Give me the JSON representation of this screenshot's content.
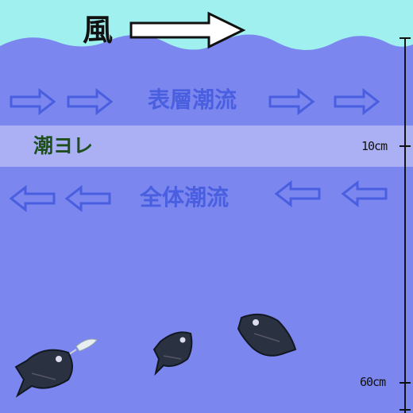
{
  "wind": {
    "label": "風"
  },
  "currents": {
    "surface_label": "表層潮流",
    "band_label": "潮ヨレ",
    "deep_label": "全体潮流"
  },
  "depth_scale": {
    "marks": [
      "10cm",
      "60cm"
    ]
  },
  "colors": {
    "sky": "#9ff0ee",
    "water": "#7b86ef",
    "band": "#aab0f3",
    "arrow_outline": "#4a5fe0",
    "label_blue": "#4a5fe0",
    "band_text": "#1e4e1e"
  },
  "icons": [
    "wind-arrow-icon",
    "right-arrow-icon",
    "left-arrow-icon",
    "fish-icon"
  ]
}
